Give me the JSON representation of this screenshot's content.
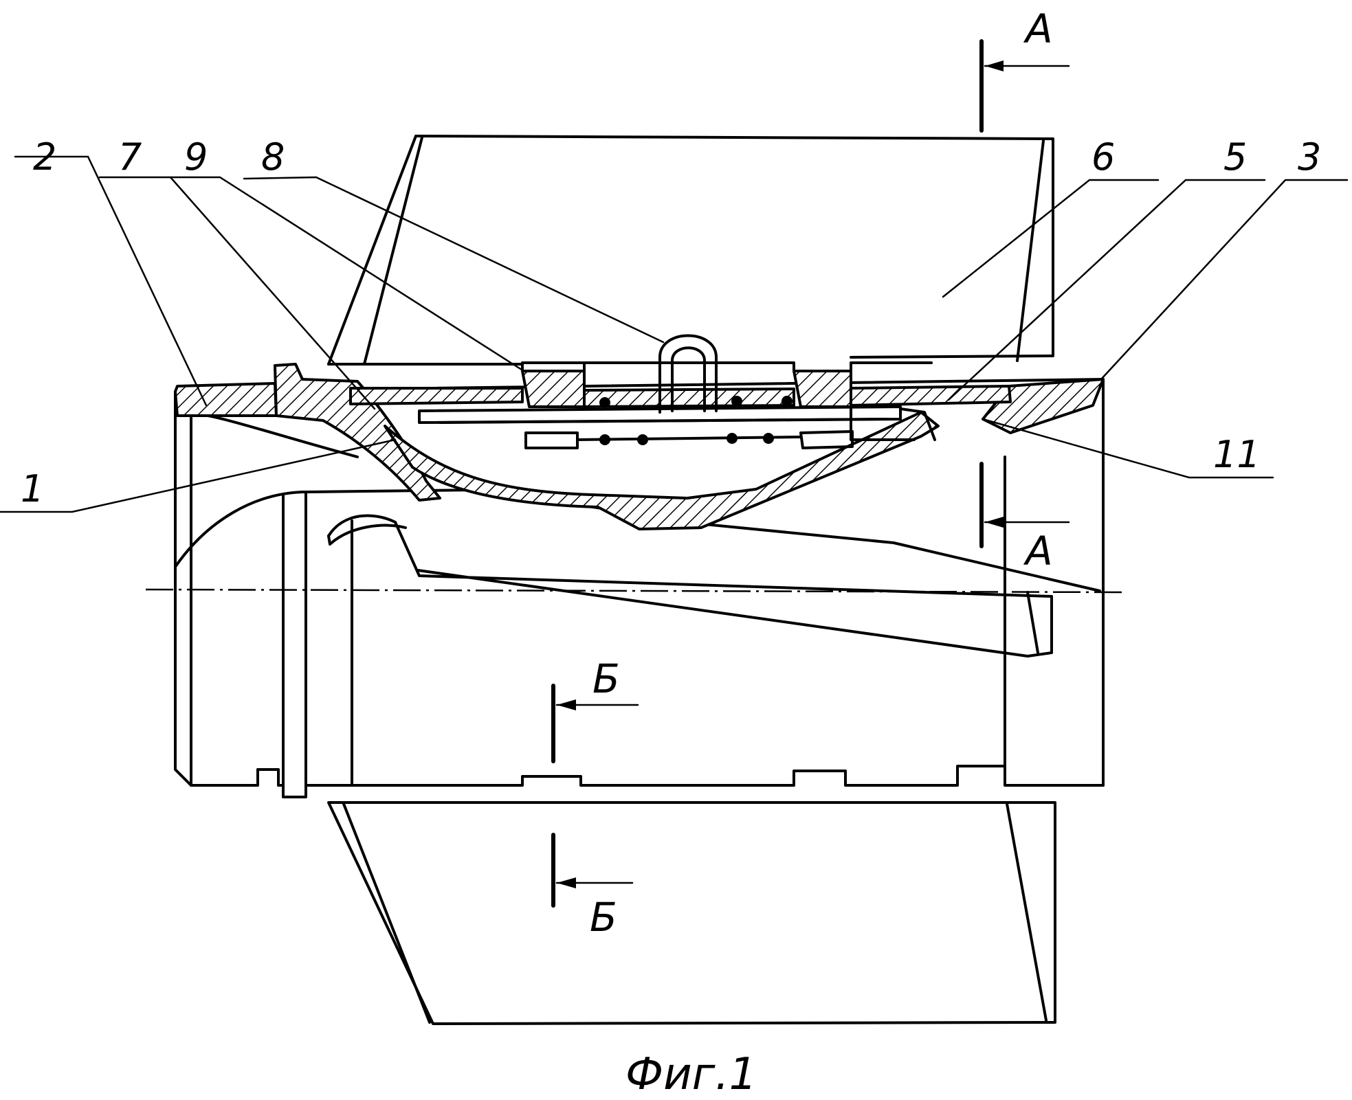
{
  "figure": {
    "caption": "Фиг.1",
    "part_labels": [
      "2",
      "7",
      "9",
      "8",
      "6",
      "5",
      "3",
      "1",
      "11"
    ],
    "section_labels": {
      "a_top": "A",
      "a_bottom": "A",
      "b_top": "Б",
      "b_bottom": "Б"
    }
  }
}
